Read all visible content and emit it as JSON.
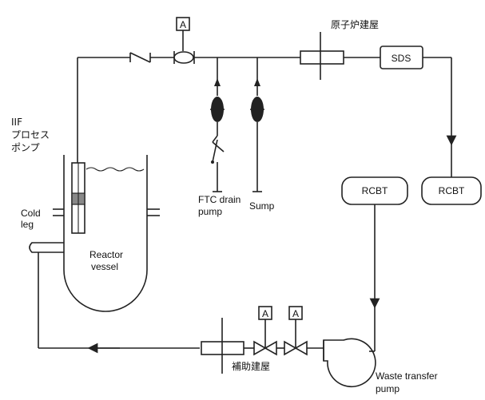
{
  "labels": {
    "reactor_building": "原子炉建屋",
    "iif_line1": "IIF",
    "iif_line2": "プロセス",
    "iif_line3": "ポンプ",
    "cold_leg_line1": "Cold",
    "cold_leg_line2": "leg",
    "reactor_vessel_line1": "Reactor",
    "reactor_vessel_line2": "vessel",
    "ftc_line1": "FTC drain",
    "ftc_line2": "pump",
    "sump": "Sump",
    "auxiliary_building": "補助建屋",
    "waste_pump_line1": "Waste transfer",
    "waste_pump_line2": "pump"
  },
  "boxes": {
    "sds": "SDS",
    "rcbt_left": "RCBT",
    "rcbt_right": "RCBT"
  },
  "instruments": {
    "analyzer_top": "A",
    "analyzer_bottom_1": "A",
    "analyzer_bottom_2": "A"
  }
}
